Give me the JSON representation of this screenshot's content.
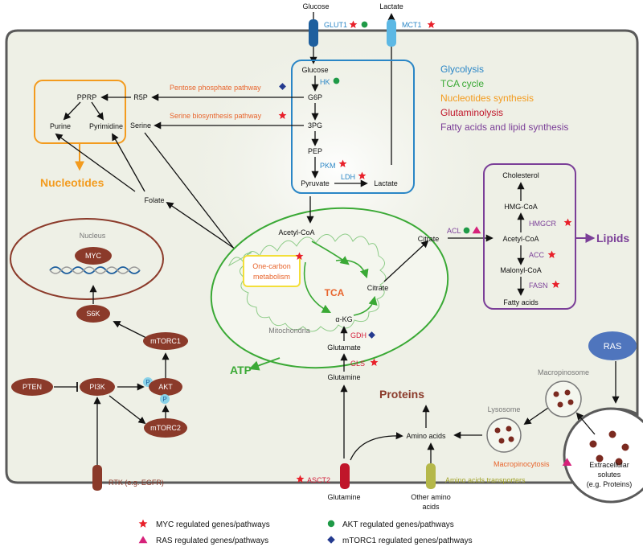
{
  "outside": {
    "glucose": "Glucose",
    "lactate": "Lactate",
    "glut1": "GLUT1",
    "mct1": "MCT1",
    "glutamine": "Glutamine",
    "other_amino_acids_line1": "Other amino",
    "other_amino_acids_line2": "acids",
    "asct2": "ASCT2",
    "aa_transporters": "Amino acids transporters",
    "rtk": "RTK (e.g. EGFR)",
    "extracellular_line1": "Extracellular",
    "extracellular_line2": "solutes",
    "extracellular_line3": "(e.g. Proteins)"
  },
  "glycolysis_box": {
    "glucose": "Glucose",
    "hk": "HK",
    "g6p": "G6P",
    "p3g": "3PG",
    "pep": "PEP",
    "pkm": "PKM",
    "pyruvate": "Pyruvate",
    "ldh": "LDH",
    "lactate": "Lactate"
  },
  "pathway_legend": {
    "glycolysis": "Glycolysis",
    "tca": "TCA cycle",
    "nucleotides": "Nucleotides synthesis",
    "glutaminolysis": "Glutaminolysis",
    "fatty_acids": "Fatty acids and lipid synthesis"
  },
  "nucleotide_box": {
    "pprp": "PPRP",
    "r5p": "R5P",
    "purine": "Purine",
    "pyrimidine": "Pyrimidine",
    "serine": "Serine",
    "folate": "Folate",
    "nucleotides": "Nucleotides",
    "pentose_phosphate": "Pentose phosphate pathway",
    "serine_biosynthesis": "Serine biosynthesis pathway"
  },
  "mitochondria": {
    "acetyl_coa": "Acetyl-CoA",
    "one_carbon_line1": "One-carbon",
    "one_carbon_line2": "metabolism",
    "tca": "TCA",
    "citrate": "Citrate",
    "akg": "α-KG",
    "gdh": "GDH",
    "glutamate": "Glutamate",
    "gls": "GLS",
    "glutamine": "Glutamine",
    "label": "Mitochondria",
    "atp": "ATP"
  },
  "lipid_box": {
    "citrate": "Citrate",
    "acl": "ACL",
    "cholesterol": "Cholesterol",
    "hmg_coa": "HMG-CoA",
    "hmgcr": "HMGCR",
    "acetyl_coa": "Acetyl-CoA",
    "acc": "ACC",
    "malonyl_coa": "Malonyl-CoA",
    "fasn": "FASN",
    "fatty_acids": "Fatty acids",
    "lipids": "Lipids"
  },
  "signaling": {
    "nucleus": "Nucleus",
    "myc": "MYC",
    "s6k": "S6K",
    "mtorc1": "mTORC1",
    "pten": "PTEN",
    "pi3k": "PI3K",
    "akt": "AKT",
    "p": "P",
    "mtorc2": "mTORC2",
    "ras": "RAS"
  },
  "protein_area": {
    "proteins": "Proteins",
    "amino_acids": "Amino acids",
    "lysosome": "Lysosome",
    "macropinosome": "Macropinosome",
    "macropinocytosis": "Macropinocytosis"
  },
  "legend": {
    "myc": "MYC regulated genes/pathways",
    "ras": "RAS regulated genes/pathways",
    "akt": "AKT regulated genes/pathways",
    "mtorc1": "mTORC1 regulated genes/pathways"
  },
  "colors": {
    "cell_fill": "#eef0e6",
    "cell_border": "#5a5a5a",
    "glycolysis": "#2a86c6",
    "tca": "#3aa935",
    "nucleotides": "#f39b1e",
    "glutaminolysis": "#c0162a",
    "lipids": "#7b3f98",
    "signaling": "#8b3a2a",
    "myc_star": "#e8202a",
    "ras_triangle": "#d6217a",
    "akt_circle": "#1f9a47",
    "mtorc1_diamond": "#243a8f",
    "ras_node": "#4f75bd"
  }
}
